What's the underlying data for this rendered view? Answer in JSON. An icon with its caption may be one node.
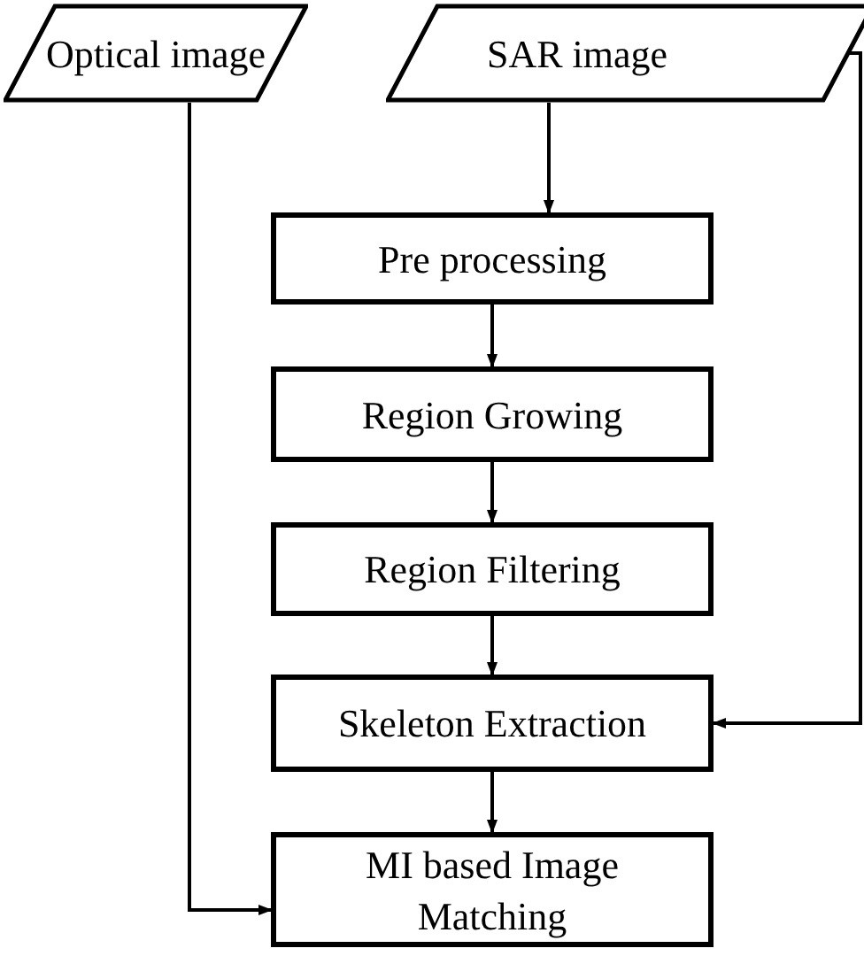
{
  "diagram": {
    "nodes": [
      {
        "text": [
          "Optical image"
        ]
      },
      {
        "text": [
          "SAR image"
        ]
      },
      {
        "text": [
          "Pre processing"
        ]
      },
      {
        "text": [
          "Region Growing"
        ]
      },
      {
        "text": [
          "Region Filtering"
        ]
      },
      {
        "text": [
          "Skeleton Extraction"
        ]
      },
      {
        "text": [
          "MI based Image Matching"
        ]
      }
    ],
    "edges": [
      {
        "from": 1,
        "to": 2,
        "arrow": "to"
      },
      {
        "from": 2,
        "to": 3,
        "arrow": "to"
      },
      {
        "from": 3,
        "to": 4,
        "arrow": "to"
      },
      {
        "from": 4,
        "to": 5,
        "arrow": "to"
      },
      {
        "from": 5,
        "to": 6,
        "arrow": "to"
      },
      {
        "from": 1,
        "to": 5,
        "arrow": "to"
      },
      {
        "from": 0,
        "to": 6,
        "arrow": "to"
      }
    ]
  }
}
